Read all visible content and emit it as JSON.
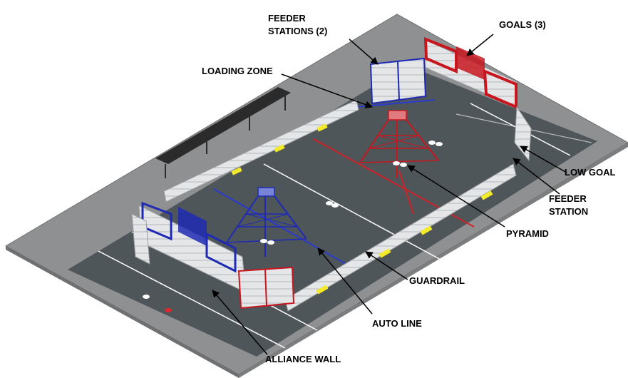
{
  "labels": {
    "feeder_stations_line1": "FEEDER",
    "feeder_stations_line2": "STATIONS (2)",
    "goals": "GOALS (3)",
    "loading_zone": "LOADING ZONE",
    "low_goal": "LOW GOAL",
    "feeder_station_line1": "FEEDER",
    "feeder_station_line2": "STATION",
    "pyramid": "PYRAMID",
    "guardrail": "GUARDRAIL",
    "auto_line": "AUTO LINE",
    "alliance_wall": "ALLIANCE WALL"
  },
  "colors": {
    "outer_floor": "#8c8c8c",
    "carpet": "#4f565a",
    "red_alliance": "#c8161e",
    "blue_alliance": "#1e2ab4",
    "bleacher": "#2c2c2c",
    "guardrail": "#d4d6d8",
    "bumper_marks": "#f2ea2a"
  },
  "icons": {
    "blue_pyramid": "pyramid-tower-icon",
    "red_pyramid": "pyramid-tower-icon"
  }
}
